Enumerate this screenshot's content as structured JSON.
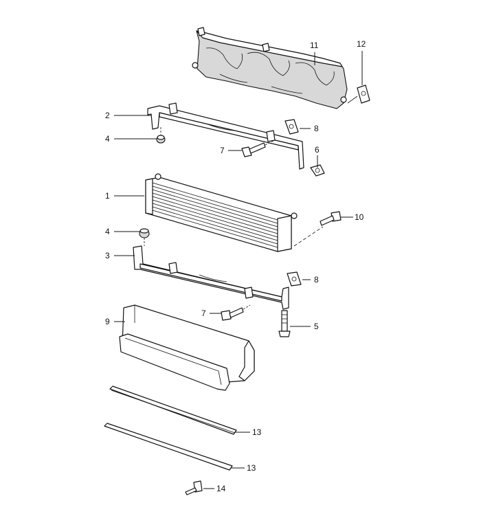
{
  "callouts": [
    {
      "id": "c1",
      "label": "1"
    },
    {
      "id": "c2",
      "label": "2"
    },
    {
      "id": "c3",
      "label": "3"
    },
    {
      "id": "c4a",
      "label": "4"
    },
    {
      "id": "c4b",
      "label": "4"
    },
    {
      "id": "c5",
      "label": "5"
    },
    {
      "id": "c6",
      "label": "6"
    },
    {
      "id": "c7a",
      "label": "7"
    },
    {
      "id": "c7b",
      "label": "7"
    },
    {
      "id": "c8a",
      "label": "8"
    },
    {
      "id": "c8b",
      "label": "8"
    },
    {
      "id": "c9",
      "label": "9"
    },
    {
      "id": "c10",
      "label": "10"
    },
    {
      "id": "c11",
      "label": "11"
    },
    {
      "id": "c12",
      "label": "12"
    },
    {
      "id": "c13a",
      "label": "13"
    },
    {
      "id": "c13b",
      "label": "13"
    },
    {
      "id": "c14",
      "label": "14"
    }
  ]
}
